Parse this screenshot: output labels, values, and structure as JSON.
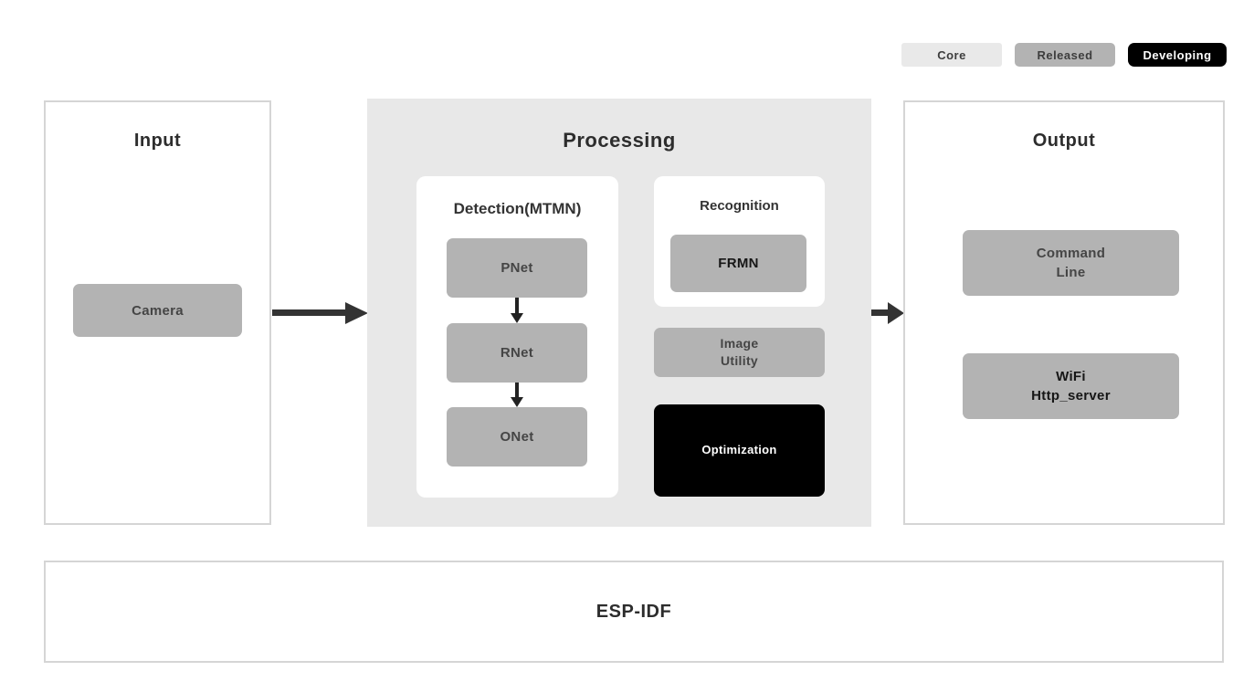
{
  "legend": {
    "items": [
      {
        "label": "Core",
        "status": "core"
      },
      {
        "label": "Released",
        "status": "released"
      },
      {
        "label": "Developing",
        "status": "developing"
      }
    ]
  },
  "input": {
    "title": "Input",
    "camera": "Camera"
  },
  "processing": {
    "title": "Processing",
    "detection": {
      "title": "Detection(MTMN)",
      "nodes": [
        "PNet",
        "RNet",
        "ONet"
      ]
    },
    "recognition": {
      "title": "Recognition",
      "node": "FRMN"
    },
    "image_utility": {
      "line1": "Image",
      "line2": "Utility"
    },
    "optimization": "Optimization"
  },
  "output": {
    "title": "Output",
    "items": [
      {
        "line1": "Command",
        "line2": "Line"
      },
      {
        "line1": "WiFi",
        "line2": "Http_server"
      }
    ]
  },
  "foundation": {
    "label": "ESP-IDF"
  },
  "colors": {
    "core": "#e9e9e9",
    "released": "#b3b3b3",
    "developing": "#000000",
    "processing_background": "#e8e8e8",
    "panel_border": "#d5d5d5",
    "arrow": "#333333",
    "gray_node_text": "#454545",
    "dark_node_text": "#161616",
    "title_text": "#2d2d2d"
  }
}
